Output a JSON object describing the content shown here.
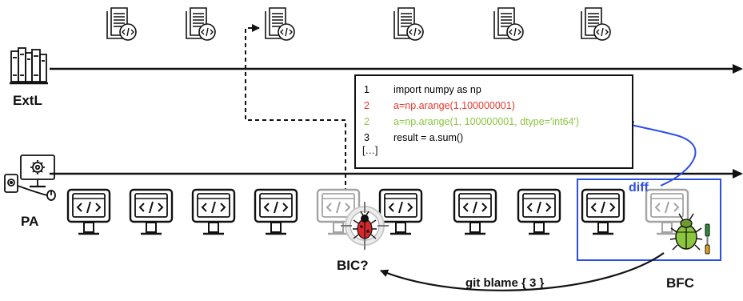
{
  "labels": {
    "extl": "ExtL",
    "pa": "PA",
    "bic": "BIC?",
    "bfc": "BFC",
    "diff": "diff",
    "git_blame": "git blame { 3 }"
  },
  "code": {
    "lines": [
      {
        "num": "1",
        "text": "import numpy as np",
        "state": "context"
      },
      {
        "num": "2",
        "text": "a=np.arange(1,100000001)",
        "state": "removed"
      },
      {
        "num": "2",
        "text": "a=np.arange(1, 100000001, dtype='int64')",
        "state": "added"
      },
      {
        "num": "3",
        "text": "result = a.sum()",
        "state": "context"
      }
    ],
    "ellipsis": "[…]"
  },
  "icons": {
    "library": "bookshelf-icon",
    "doc": "code-document-icon",
    "pa": "computer-gear-icon",
    "monitor": "code-monitor-icon",
    "bug": "bug-icon",
    "fix": "bug-fix-icon",
    "target": "crosshair-icon"
  },
  "colors": {
    "removed": "#e8392b",
    "added": "#8cc63f",
    "context": "#111111",
    "diff": "#2b4ee8",
    "bfc_box": "#2b4ee8",
    "bug": "#d9262b",
    "ghost": "#a3a3a3"
  },
  "counts": {
    "docs": 6,
    "monitors": 10
  }
}
